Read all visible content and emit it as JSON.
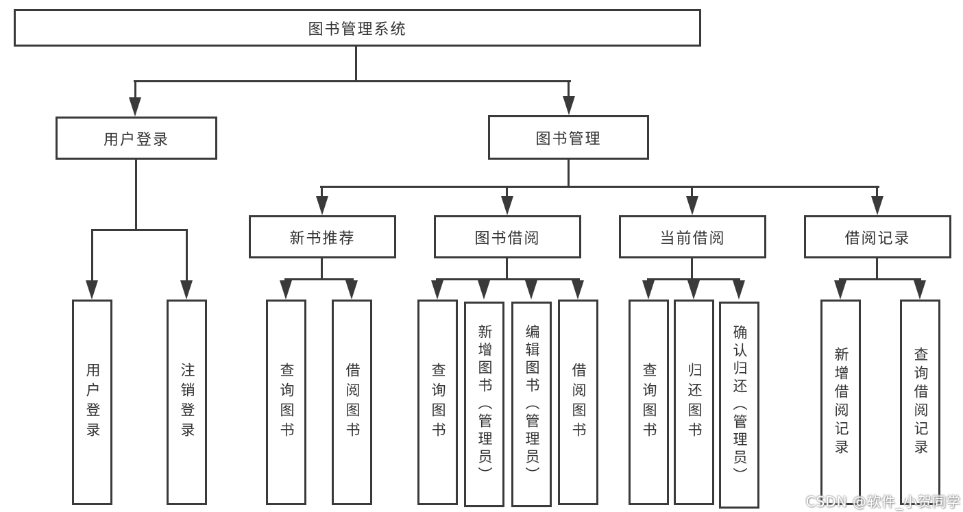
{
  "watermark": {
    "text": "CSDN @软件_小贺同学"
  },
  "colors": {
    "line": "#3a3a3a",
    "text": "#333333",
    "background": "#ffffff",
    "watermark_fill": "#ffffff",
    "watermark_shadow": "#8d8d8d"
  },
  "hierarchy": {
    "label": "图书管理系统",
    "children": [
      {
        "label": "用户登录",
        "children": [
          {
            "label": "用户登录"
          },
          {
            "label": "注销登录"
          }
        ]
      },
      {
        "label": "图书管理",
        "children": [
          {
            "label": "新书推荐",
            "children": [
              {
                "label": "查询图书"
              },
              {
                "label": "借阅图书"
              }
            ]
          },
          {
            "label": "图书借阅",
            "children": [
              {
                "label": "查询图书"
              },
              {
                "label": "新增图书（管理员）"
              },
              {
                "label": "编辑图书（管理员）"
              },
              {
                "label": "借阅图书"
              }
            ]
          },
          {
            "label": "当前借阅",
            "children": [
              {
                "label": "查询图书"
              },
              {
                "label": "归还图书"
              },
              {
                "label": "确认归还（管理员）"
              }
            ]
          },
          {
            "label": "借阅记录",
            "children": [
              {
                "label": "新增借阅记录"
              },
              {
                "label": "查询借阅记录"
              }
            ]
          }
        ]
      }
    ]
  }
}
